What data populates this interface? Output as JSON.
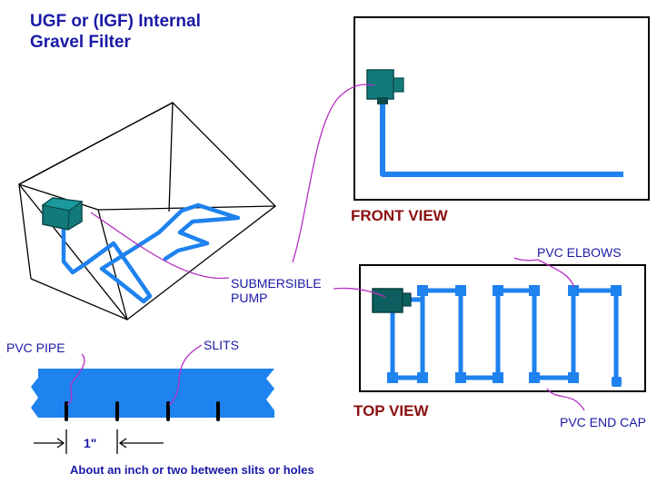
{
  "title_line1": "UGF or (IGF) Internal",
  "title_line2": "Gravel Filter",
  "front_view_label": "FRONT VIEW",
  "top_view_label": "TOP VIEW",
  "pvc_elbows_label": "PVC ELBOWS",
  "submersible_label_line1": "SUBMERSIBLE",
  "submersible_label_line2": "PUMP",
  "pvc_pipe_label": "PVC PIPE",
  "slits_label": "SLITS",
  "pvc_end_cap_label": "PVC END CAP",
  "spacing_label": "1\"",
  "spacing_note": "About an inch or two between slits or holes",
  "colors": {
    "pipe": "#1e82ef",
    "pump": "#137a7a",
    "pump_dark": "#0a4a4a",
    "leader": "#b52fc4",
    "title": "#1a1aa6",
    "view_label": "#8b1010"
  }
}
